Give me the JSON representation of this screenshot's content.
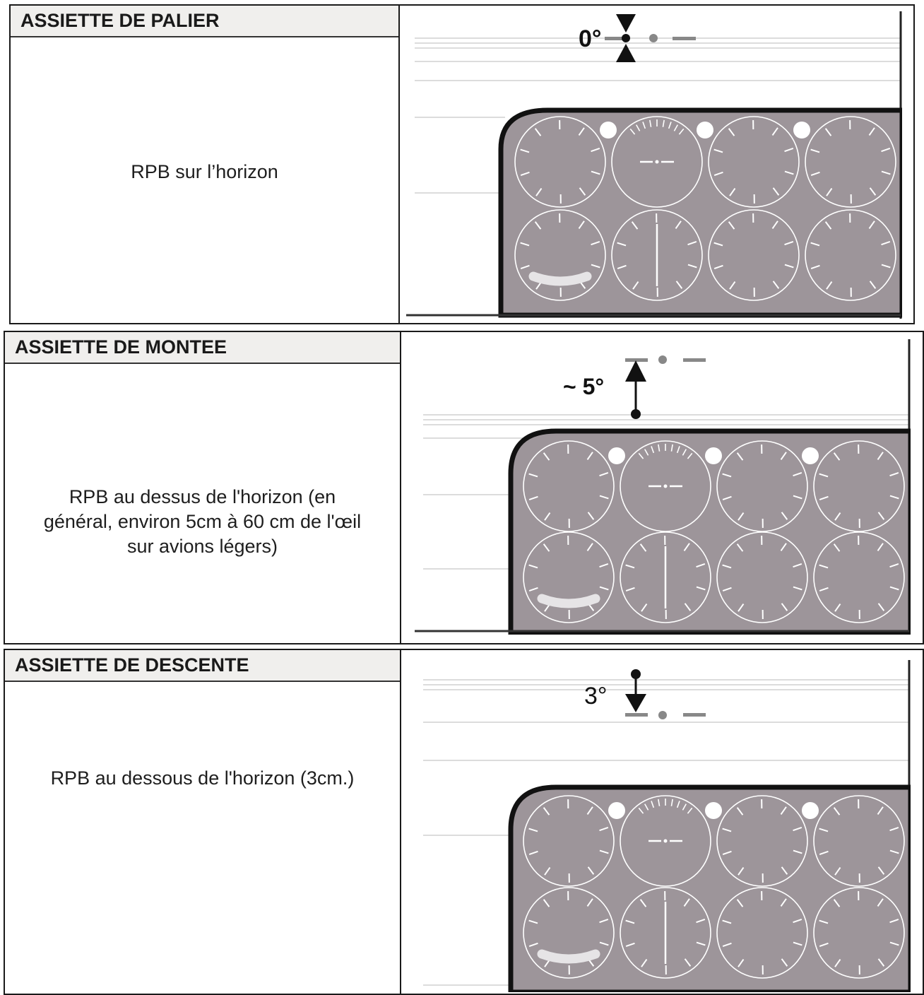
{
  "rows": [
    {
      "title": "ASSIETTE DE PALIER",
      "description": [
        "RPB sur l’horizon"
      ],
      "angle_label": "0°"
    },
    {
      "title": "ASSIETTE DE MONTEE",
      "description": [
        "RPB au dessus de l'horizon (en",
        "général, environ 5cm à 60 cm de l'œil",
        "sur avions légers)"
      ],
      "angle_label": "~ 5°"
    },
    {
      "title": "ASSIETTE DE DESCENTE",
      "description": [
        "RPB au dessous de l'horizon (3cm.)"
      ],
      "angle_label": "3°"
    }
  ],
  "colors": {
    "panel": "#9d959a",
    "dial_stroke": "#ffffff",
    "arrow": "#111111",
    "reference_marks": "#888888",
    "horizon_lines": "#c8c8c8"
  }
}
